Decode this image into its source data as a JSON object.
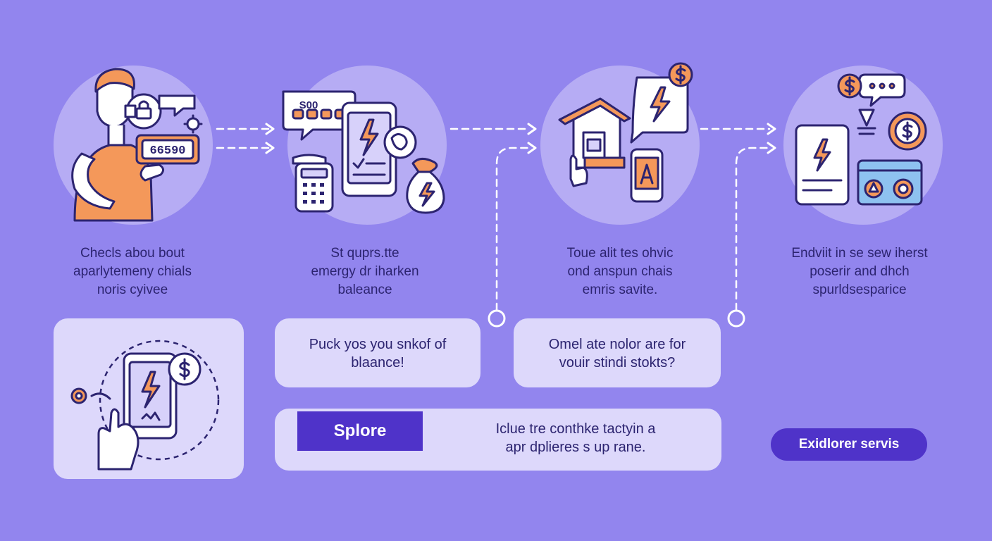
{
  "colors": {
    "background": "#9285ee",
    "circle": "#b6acf4",
    "card": "#ddd8fb",
    "accent_orange": "#f08a45",
    "outline": "#2c2470",
    "button": "#4f33c9"
  },
  "steps": [
    {
      "illustration": "person-phone-call-icon",
      "screen_value": "66590",
      "lines": [
        "Checls abou bout",
        "aparlytemeny chials",
        "noris cyivee"
      ]
    },
    {
      "illustration": "phone-energy-bill-icon",
      "bubble_text": "S00",
      "lines": [
        "St quprs.tte",
        "emergy dr iharken",
        "baleance"
      ]
    },
    {
      "illustration": "house-energy-app-icon",
      "lines": [
        "Toue alit tes ohvic",
        "ond anspun chais",
        "emris savite."
      ]
    },
    {
      "illustration": "services-dashboard-icon",
      "lines": [
        "Endviit in se sew iherst",
        "poserir and dhch",
        "spurldsesparice"
      ]
    }
  ],
  "cards": {
    "phone_card_icon": "phone-payment-icon",
    "prompt_1": [
      "Puck yos you snkof of",
      "blaance!"
    ],
    "prompt_2": [
      "Omel ate nolor are for",
      "vouir stindi stokts?"
    ],
    "explore_label": "Splore",
    "explore_text": [
      "Iclue tre conthke tactyin a",
      "apr dplieres s up rane."
    ]
  },
  "cta_label": "Exidlorer servis"
}
